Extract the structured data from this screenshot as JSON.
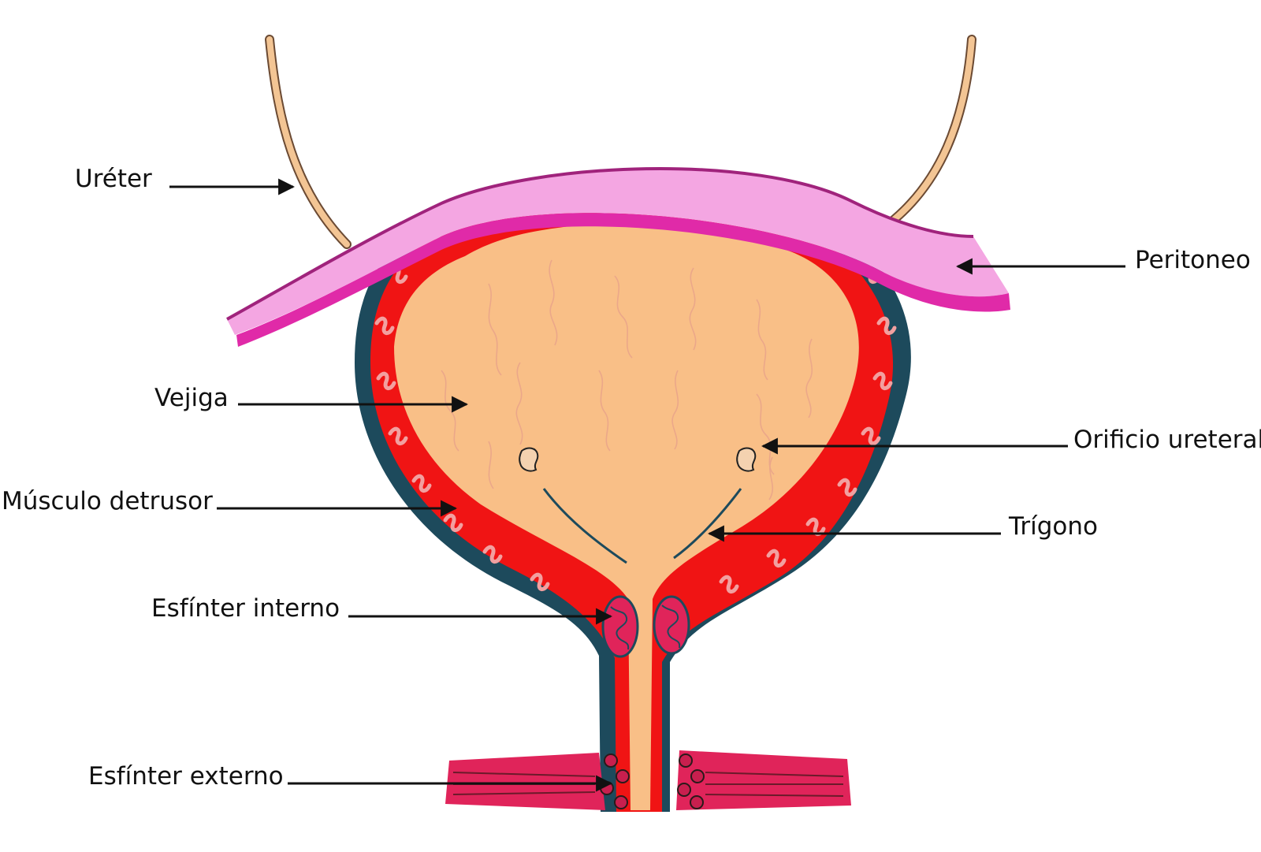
{
  "labels": {
    "ureter": "Uréter",
    "peritoneo": "Peritoneo",
    "vejiga": "Vejiga",
    "orificio_ureteral": "Orificio ureteral",
    "musculo_detrusor": "Músculo detrusor",
    "trigono": "Trígono",
    "esfinter_interno": "Esfínter interno",
    "esfinter_externo": "Esfínter externo"
  },
  "colors": {
    "outer_wall": "#1d4a5c",
    "muscle": "#f01414",
    "muscle_fibers": "#f2a0a0",
    "lumen": "#f9bf87",
    "peritoneum_light": "#f4a6e2",
    "peritoneum_dark": "#e02aa8",
    "ureter": "#f3c594",
    "sphincter": "#e0245a",
    "leader_lines": "#111111"
  }
}
